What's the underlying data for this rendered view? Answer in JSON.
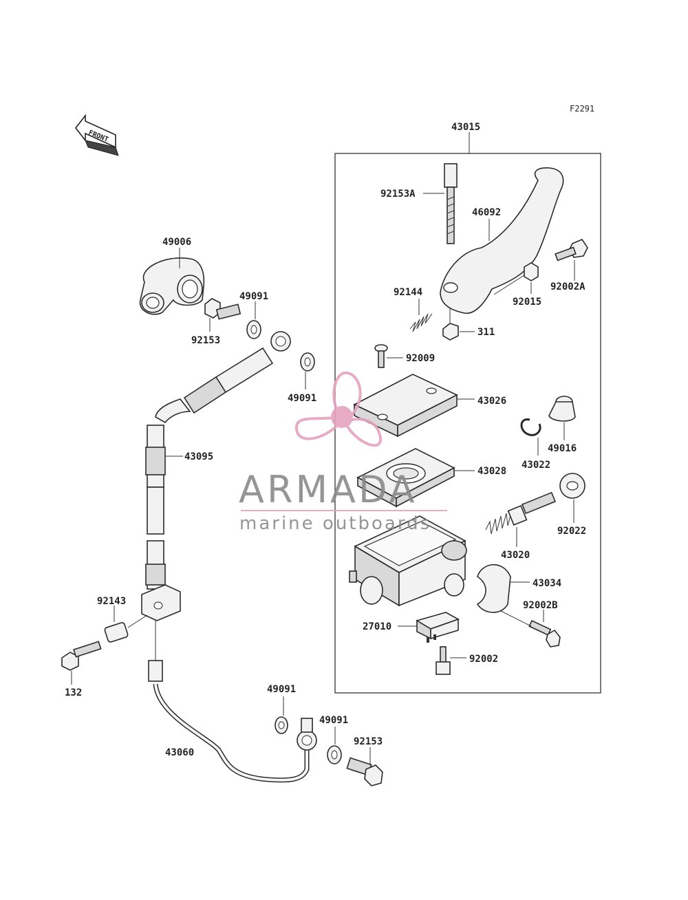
{
  "figure_code": "F2291",
  "front_label": "FRONT",
  "assembly_label": "43015",
  "watermark": {
    "brand": "ARMADA",
    "tagline": "marine outboards",
    "pink": "#e6a3be",
    "gray": "#8a8a8a"
  },
  "parts": {
    "p92153A": "92153A",
    "p46092": "46092",
    "p92002A": "92002A",
    "p92015": "92015",
    "p92144": "92144",
    "p311": "311",
    "p92009": "92009",
    "p43026": "43026",
    "p49016": "49016",
    "p43022": "43022",
    "p43028": "43028",
    "p92022": "92022",
    "p43020": "43020",
    "p43034": "43034",
    "p92002B": "92002B",
    "p27010": "27010",
    "p92002": "92002",
    "p49006": "49006",
    "p49091a": "49091",
    "p92153a": "92153",
    "p49091b": "49091",
    "p43095": "43095",
    "p92143": "92143",
    "p132": "132",
    "p49091c": "49091",
    "p49091d": "49091",
    "p92153b": "92153",
    "p43060": "43060"
  }
}
